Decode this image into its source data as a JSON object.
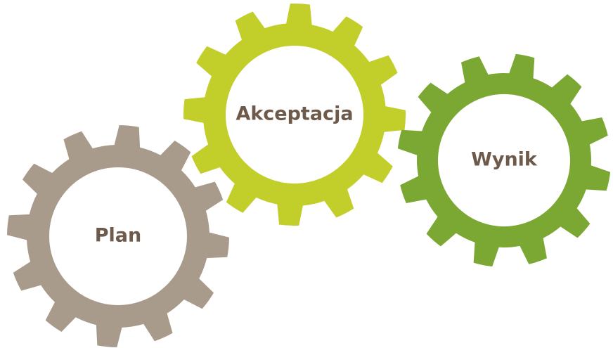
{
  "diagram": {
    "gears": [
      {
        "id": "plan",
        "label": "Plan",
        "color": "#a89b8c"
      },
      {
        "id": "akceptacja",
        "label": "Akceptacja",
        "color": "#c2cf2a"
      },
      {
        "id": "wynik",
        "label": "Wynik",
        "color": "#7ba733"
      }
    ],
    "label_color": "#6e5a4a",
    "background": "#ffffff"
  }
}
